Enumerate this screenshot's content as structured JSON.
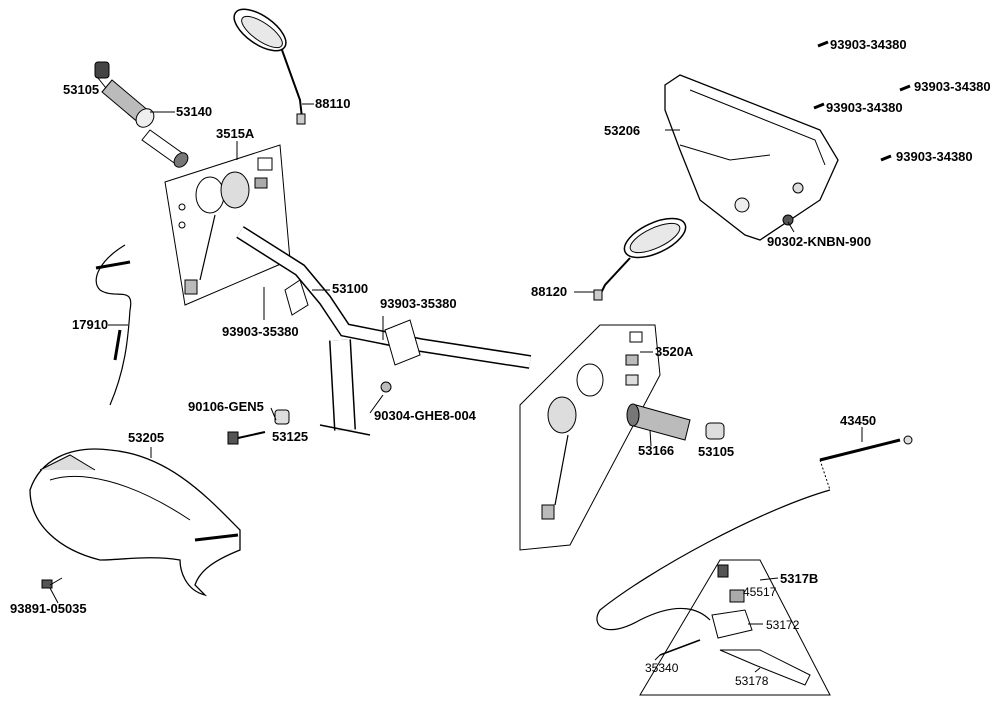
{
  "part_labels": {
    "p53105_left": "53105",
    "p53140": "53140",
    "p88110": "88110",
    "p3515A": "3515A",
    "p17910": "17910",
    "p53100": "53100",
    "p93903_35380_a": "93903-35380",
    "p93903_35380_b": "93903-35380",
    "p90106": "90106-GEN5",
    "p53125": "53125",
    "p90304": "90304-GHE8-004",
    "p53205": "53205",
    "p93891": "93891-05035",
    "p93903_34380_1": "93903-34380",
    "p93903_34380_2": "93903-34380",
    "p93903_34380_3": "93903-34380",
    "p93903_34380_4": "93903-34380",
    "p53206": "53206",
    "p90302": "90302-KNBN-900",
    "p88120": "88120",
    "p3520A": "3520A",
    "p53166": "53166",
    "p53105_right": "53105",
    "p43450": "43450",
    "p5317B": "5317B",
    "p45517": "45517",
    "p53172": "53172",
    "p35340": "35340",
    "p53178": "53178"
  },
  "colors": {
    "line": "#000000",
    "part_fill": "#ffffff",
    "part_shade": "#d8d8d8",
    "dark": "#555555"
  }
}
